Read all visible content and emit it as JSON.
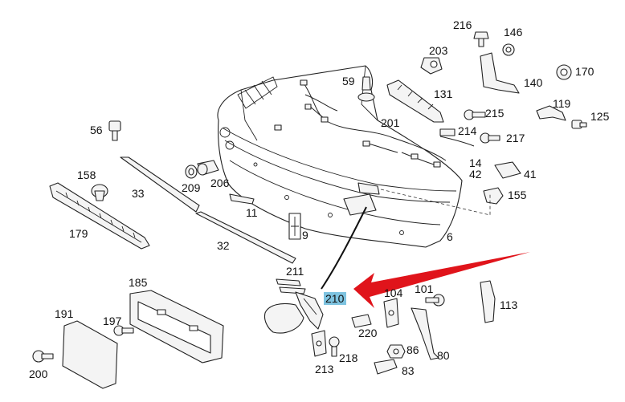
{
  "diagram": {
    "highlighted_part": "210",
    "highlight_color": "#7ec3e0",
    "arrow_color": "#e0141b",
    "labels": {
      "p216": "216",
      "p146": "146",
      "p203": "203",
      "p59": "59",
      "p140": "140",
      "p170": "170",
      "p131": "131",
      "p119": "119",
      "p215": "215",
      "p125": "125",
      "p201": "201",
      "p214": "214",
      "p217": "217",
      "p56": "56",
      "p14": "14",
      "p42": "42",
      "p41": "41",
      "p158": "158",
      "p209": "209",
      "p206": "206",
      "p33": "33",
      "p155": "155",
      "p11": "11",
      "p179": "179",
      "p9": "9",
      "p6": "6",
      "p32": "32",
      "p211": "211",
      "p185": "185",
      "p210": "210",
      "p104": "104",
      "p101": "101",
      "p113": "113",
      "p191": "191",
      "p197": "197",
      "p220": "220",
      "p86": "86",
      "p218": "218",
      "p80": "80",
      "p200": "200",
      "p213": "213",
      "p83": "83"
    }
  }
}
